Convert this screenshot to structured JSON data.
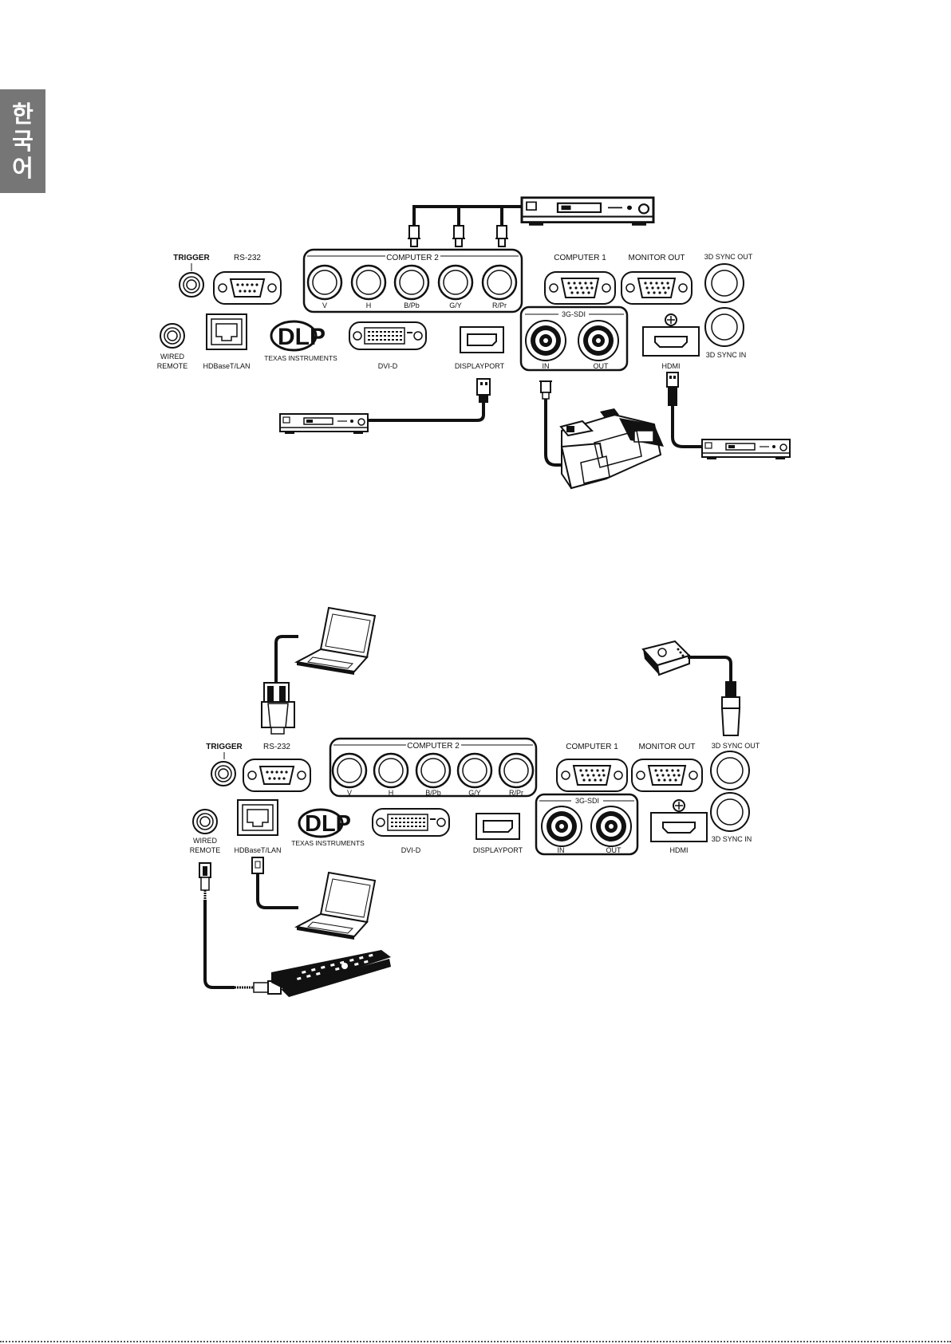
{
  "language_tab": {
    "chars": [
      "한",
      "국",
      "어"
    ]
  },
  "diagram_1": {
    "labels": {
      "trigger": "TRIGGER",
      "rs232": "RS-232",
      "computer2": "COMPUTER 2",
      "computer2_ports": [
        "V",
        "H",
        "B/Pb",
        "G/Y",
        "R/Pr"
      ],
      "computer1": "COMPUTER 1",
      "monitor_out": "MONITOR OUT",
      "sync_out": "3D SYNC OUT",
      "sync_in": "3D SYNC IN",
      "wired": "WIRED",
      "remote": "REMOTE",
      "hdbaset": "HDBaseT/LAN",
      "dlp": "DLP",
      "texas": "TEXAS INSTRUMENTS",
      "dvid": "DVI-D",
      "displayport": "DISPLAYPORT",
      "sdi": "3G-SDI",
      "sdi_in": "IN",
      "sdi_out": "OUT",
      "hdmi": "HDMI"
    }
  },
  "diagram_2": {
    "labels": {
      "trigger": "TRIGGER",
      "rs232": "RS-232",
      "computer2": "COMPUTER 2",
      "computer2_ports": [
        "V",
        "H",
        "B/Pb",
        "G/Y",
        "R/Pr"
      ],
      "computer1": "COMPUTER 1",
      "monitor_out": "MONITOR OUT",
      "sync_out": "3D SYNC OUT",
      "sync_in": "3D SYNC IN",
      "wired": "WIRED",
      "remote": "REMOTE",
      "hdbaset": "HDBaseT/LAN",
      "dlp": "DLP",
      "texas": "TEXAS INSTRUMENTS",
      "dvid": "DVI-D",
      "displayport": "DISPLAYPORT",
      "sdi": "3G-SDI",
      "sdi_in": "IN",
      "sdi_out": "OUT",
      "hdmi": "HDMI"
    }
  }
}
